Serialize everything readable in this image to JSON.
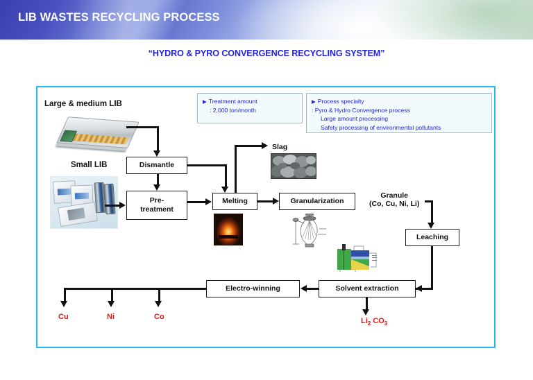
{
  "header": {
    "title": "LIB WASTES RECYCLING PROCESS"
  },
  "subtitle": "“HYDRO & PYRO CONVERGENCE  RECYCLING SYSTEM”",
  "info_boxes": {
    "treatment": {
      "bullet": "▶",
      "heading": "Treatment amount",
      "value": ": 2,000 ton/month"
    },
    "specialty": {
      "bullet": "▶",
      "heading": "Process specialty",
      "line1": ": Pyro & Hydro Convergence process",
      "line2": "Large amount processing",
      "line3": "Safety processing of environmental pollutants"
    }
  },
  "diagram": {
    "inputs": {
      "large_lib": "Large & medium LIB",
      "small_lib": "Small LIB"
    },
    "process_boxes": {
      "dismantle": "Dismantle",
      "pretreatment": "Pre-\ntreatment",
      "pretreatment_line1": "Pre-",
      "pretreatment_line2": "treatment",
      "melting": "Melting",
      "granularization": "Granularization",
      "leaching": "Leaching",
      "electrowinning": "Electro-winning",
      "solvent_extraction": "Solvent extraction"
    },
    "labels": {
      "slag": "Slag",
      "granule_line1": "Granule",
      "granule_line2": "(Co, Cu, Ni, Li)"
    },
    "outputs": {
      "cu": "Cu",
      "ni": "Ni",
      "co": "Co",
      "li2co3_main": "Li",
      "li2co3_sub1": "2",
      "li2co3_mid": " CO",
      "li2co3_sub2": "3"
    }
  },
  "colors": {
    "header_deep_blue": "#3a3fae",
    "subtitle_blue": "#2222dd",
    "frame_cyan": "#29b6f2",
    "info_text_blue": "#2222dd",
    "info_bg": "#f2fafd",
    "output_red": "#ee1111",
    "box_border": "#1a1a1a"
  }
}
